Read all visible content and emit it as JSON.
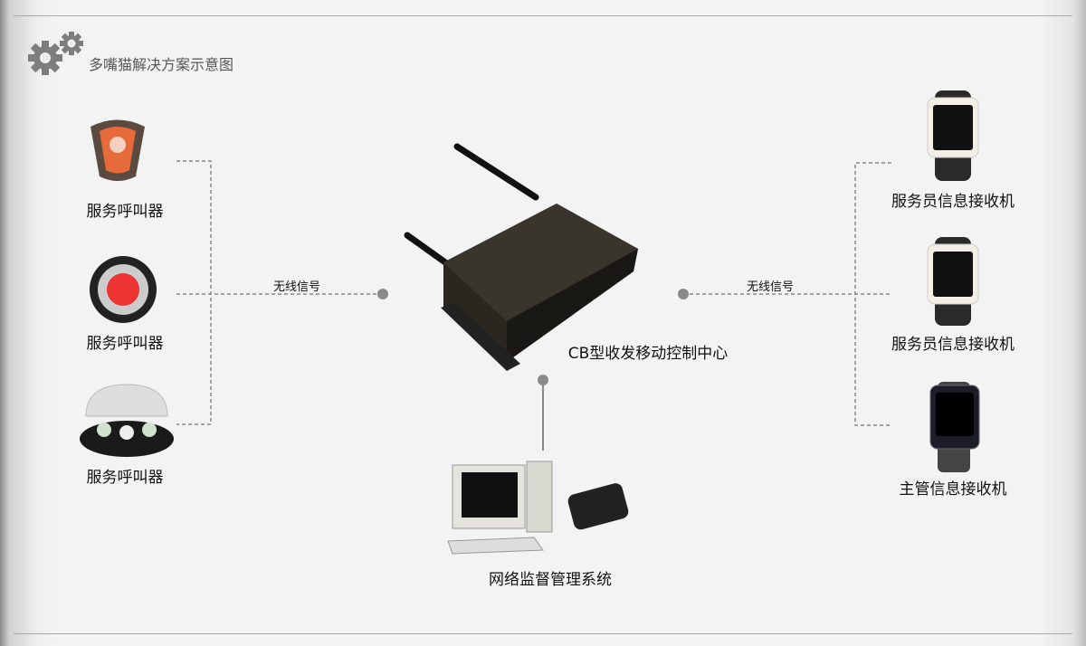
{
  "header": {
    "title": "多嘴猫解决方案示意图",
    "icon": "gears-icon"
  },
  "left_devices": [
    {
      "label": "服务呼叫器"
    },
    {
      "label": "服务呼叫器"
    },
    {
      "label": "服务呼叫器"
    }
  ],
  "right_devices": [
    {
      "label": "服务员信息接收机"
    },
    {
      "label": "服务员信息接收机"
    },
    {
      "label": "主管信息接收机"
    }
  ],
  "center": {
    "label": "CB型收发移动控制中心"
  },
  "bottom": {
    "label": "网络监督管理系统"
  },
  "links": {
    "left_signal": "无线信号",
    "right_signal": "无线信号"
  }
}
